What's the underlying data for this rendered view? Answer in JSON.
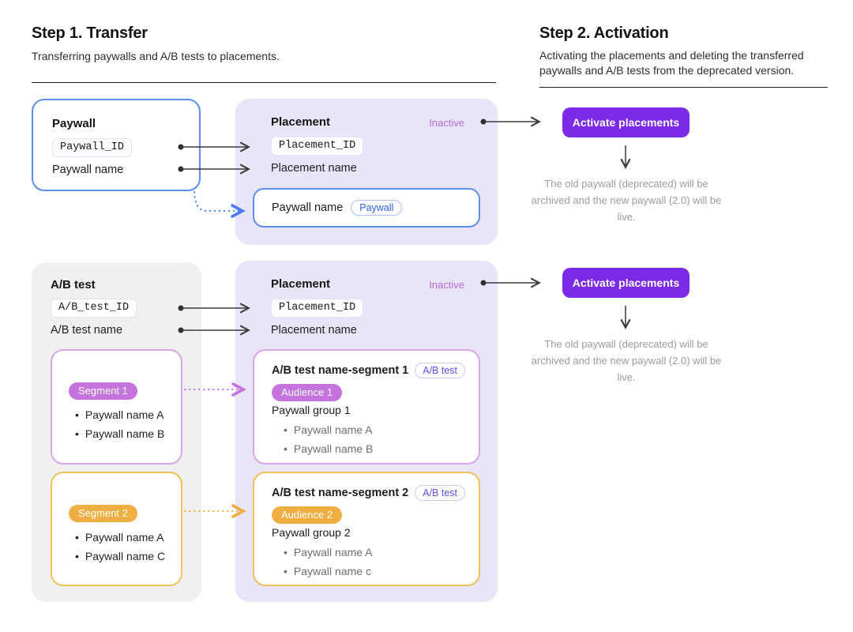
{
  "step1": {
    "title": "Step 1. Transfer",
    "subtitle": "Transferring paywalls and A/B tests to placements."
  },
  "step2": {
    "title": "Step 2. Activation",
    "subtitle": "Activating the placements and deleting the transferred paywalls and A/B tests from the deprecated version."
  },
  "paywall_flow": {
    "source": {
      "title": "Paywall",
      "id_chip": "Paywall_ID",
      "name": "Paywall name"
    },
    "placement": {
      "title": "Placement",
      "status": "Inactive",
      "id_chip": "Placement_ID",
      "name": "Placement name",
      "item": {
        "label": "Paywall name",
        "badge": "Paywall"
      }
    },
    "action": {
      "button": "Activate placements",
      "note": "The old paywall (deprecated) will be archived and the new paywall (2.0) will be live."
    }
  },
  "abtest_flow": {
    "source": {
      "title": "A/B test",
      "id_chip": "A/B_test_ID",
      "name": "A/B test name",
      "segments": [
        {
          "badge": "Segment 1",
          "items": [
            "Paywall name A",
            "Paywall name B"
          ]
        },
        {
          "badge": "Segment 2",
          "items": [
            "Paywall name A",
            "Paywall name C"
          ]
        }
      ]
    },
    "placement": {
      "title": "Placement",
      "status": "Inactive",
      "id_chip": "Placement_ID",
      "name": "Placement name",
      "entries": [
        {
          "title": "A/B test name-segment 1",
          "badge": "A/B test",
          "audience": "Audience 1",
          "group": "Paywall group 1",
          "items": [
            "Paywall name A",
            "Paywall name B"
          ]
        },
        {
          "title": "A/B test name-segment 2",
          "badge": "A/B test",
          "audience": "Audience 2",
          "group": "Paywall group 2",
          "items": [
            "Paywall name A",
            "Paywall name c"
          ]
        }
      ]
    },
    "action": {
      "button": "Activate placements",
      "note": "The old paywall (deprecated) will be archived and the new paywall (2.0) will be live."
    }
  },
  "colors": {
    "accent_blue": "#5b8df2",
    "lavender_bg": "#e9e4f8",
    "button_purple": "#7b2be8",
    "inactive_text": "#b46cd6",
    "segment1_purple": "#c474dc",
    "segment2_amber": "#efae41",
    "abtest_badge_indigo": "#5b50e9"
  },
  "glyphs": {
    "bullet": "•"
  }
}
